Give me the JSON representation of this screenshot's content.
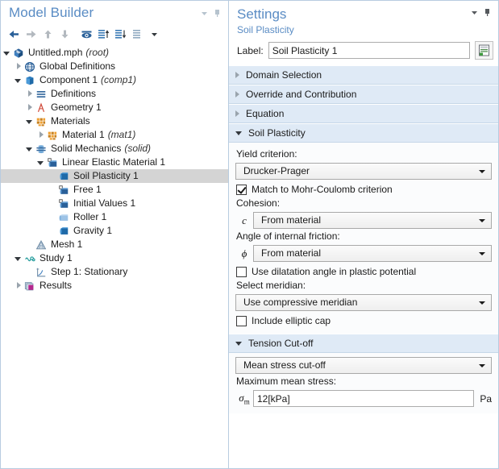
{
  "model_builder": {
    "title": "Model Builder",
    "window_controls": [
      {
        "name": "collapse-menu-icon",
        "glyph": "chevron-down-icon"
      },
      {
        "name": "pin-icon",
        "glyph": "pin-icon"
      }
    ],
    "toolbar": [
      {
        "name": "back-button",
        "icon": "arrow-left-icon",
        "enabled": true
      },
      {
        "name": "forward-button",
        "icon": "arrow-right-icon",
        "enabled": false
      },
      {
        "name": "move-up-button",
        "icon": "arrow-up-icon",
        "enabled": false
      },
      {
        "name": "move-down-button",
        "icon": "arrow-down-icon",
        "enabled": false
      },
      {
        "name": "show-hide-button",
        "icon": "eye-icon",
        "enabled": true
      },
      {
        "name": "collapse-all-button",
        "icon": "list-collapse-icon",
        "enabled": true
      },
      {
        "name": "expand-all-button",
        "icon": "list-expand-icon",
        "enabled": true
      },
      {
        "name": "list-view-button",
        "icon": "list-icon",
        "enabled": true
      },
      {
        "name": "toolbar-overflow-button",
        "icon": "chevron-down-icon",
        "enabled": true
      }
    ],
    "tree": [
      {
        "indent": 0,
        "twist": "open",
        "icon": "mph-file-icon",
        "label": "Untitled.mph",
        "note": "(root)",
        "selected": false
      },
      {
        "indent": 1,
        "twist": "closed",
        "icon": "globe-icon",
        "label": "Global Definitions",
        "note": "",
        "selected": false
      },
      {
        "indent": 1,
        "twist": "open",
        "icon": "component-icon",
        "label": "Component 1",
        "note": "(comp1)",
        "selected": false
      },
      {
        "indent": 2,
        "twist": "closed",
        "icon": "definitions-icon",
        "label": "Definitions",
        "note": "",
        "selected": false
      },
      {
        "indent": 2,
        "twist": "closed",
        "icon": "geometry-icon",
        "label": "Geometry 1",
        "note": "",
        "selected": false
      },
      {
        "indent": 2,
        "twist": "open",
        "icon": "materials-icon",
        "label": "Materials",
        "note": "",
        "selected": false
      },
      {
        "indent": 3,
        "twist": "closed",
        "icon": "material-icon",
        "label": "Material 1",
        "note": "(mat1)",
        "selected": false
      },
      {
        "indent": 2,
        "twist": "open",
        "icon": "solid-mechanics-icon",
        "label": "Solid Mechanics",
        "note": "(solid)",
        "selected": false
      },
      {
        "indent": 3,
        "twist": "open",
        "icon": "linear-elastic-icon",
        "label": "Linear Elastic Material 1",
        "note": "",
        "selected": false
      },
      {
        "indent": 4,
        "twist": "none",
        "icon": "soil-plasticity-icon",
        "label": "Soil Plasticity 1",
        "note": "",
        "selected": true
      },
      {
        "indent": 4,
        "twist": "none",
        "icon": "free-icon",
        "label": "Free 1",
        "note": "",
        "selected": false
      },
      {
        "indent": 4,
        "twist": "none",
        "icon": "initial-values-icon",
        "label": "Initial Values 1",
        "note": "",
        "selected": false
      },
      {
        "indent": 4,
        "twist": "none",
        "icon": "roller-icon",
        "label": "Roller 1",
        "note": "",
        "selected": false
      },
      {
        "indent": 4,
        "twist": "none",
        "icon": "gravity-icon",
        "label": "Gravity 1",
        "note": "",
        "selected": false
      },
      {
        "indent": 2,
        "twist": "none",
        "icon": "mesh-icon",
        "label": "Mesh 1",
        "note": "",
        "selected": false
      },
      {
        "indent": 1,
        "twist": "open",
        "icon": "study-icon",
        "label": "Study 1",
        "note": "",
        "selected": false
      },
      {
        "indent": 2,
        "twist": "none",
        "icon": "stationary-icon",
        "label": "Step 1: Stationary",
        "note": "",
        "selected": false
      },
      {
        "indent": 1,
        "twist": "closed",
        "icon": "results-icon",
        "label": "Results",
        "note": "",
        "selected": false
      }
    ]
  },
  "settings": {
    "title": "Settings",
    "subtitle": "Soil Plasticity",
    "window_controls": [
      {
        "name": "collapse-menu-icon",
        "glyph": "chevron-down-icon"
      },
      {
        "name": "pin-icon",
        "glyph": "pin-icon"
      }
    ],
    "label_field": {
      "caption": "Label:",
      "value": "Soil Plasticity 1",
      "button_name": "rename-description-button"
    },
    "collapsed_sections": [
      {
        "name": "Domain Selection"
      },
      {
        "name": "Override and Contribution"
      },
      {
        "name": "Equation"
      }
    ],
    "soil_plasticity": {
      "header": "Soil Plasticity",
      "yield_criterion_label": "Yield criterion:",
      "yield_criterion_value": "Drucker-Prager",
      "match_mohr_coulomb_label": "Match to Mohr-Coulomb criterion",
      "match_mohr_coulomb_checked": true,
      "cohesion_label": "Cohesion:",
      "cohesion_symbol": "c",
      "cohesion_value": "From material",
      "friction_label": "Angle of internal friction:",
      "friction_symbol": "ϕ",
      "friction_value": "From material",
      "dilatation_label": "Use dilatation angle in plastic potential",
      "dilatation_checked": false,
      "meridian_label": "Select meridian:",
      "meridian_value": "Use compressive meridian",
      "elliptic_cap_label": "Include elliptic cap",
      "elliptic_cap_checked": false
    },
    "tension_cutoff": {
      "header": "Tension Cut-off",
      "mode_value": "Mean stress cut-off",
      "max_mean_stress_label": "Maximum mean stress:",
      "max_mean_stress_symbol": "σ",
      "max_mean_stress_subscript": "m",
      "max_mean_stress_value": "12[kPa]",
      "max_mean_stress_unit": "Pa"
    }
  },
  "colors": {
    "header_blue": "#5a8cc4",
    "section_header_bg": "#dfeaf6",
    "selection_gray": "#d4d4d4",
    "panel_border": "#b8cce0",
    "icon_blue": "#2a6099",
    "icon_orange": "#f0a030",
    "icon_red": "#d04a3a",
    "icon_teal": "#1f9a9a",
    "icon_magenta": "#b5278e"
  }
}
